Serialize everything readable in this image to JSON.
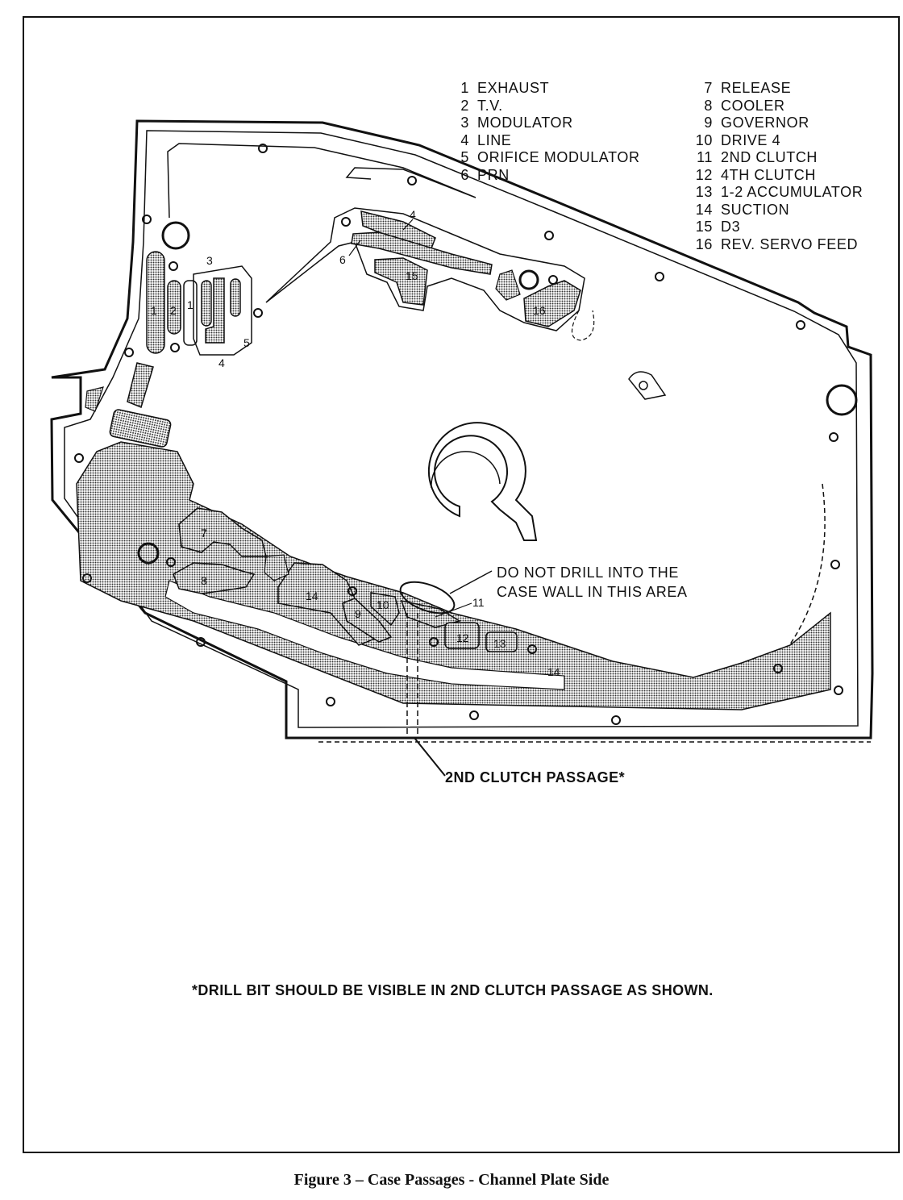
{
  "legend_left": [
    {
      "num": "1",
      "label": "EXHAUST"
    },
    {
      "num": "2",
      "label": "T.V."
    },
    {
      "num": "3",
      "label": "MODULATOR"
    },
    {
      "num": "4",
      "label": "LINE"
    },
    {
      "num": "5",
      "label": "ORIFICE MODULATOR"
    },
    {
      "num": "6",
      "label": "PRN"
    }
  ],
  "legend_right": [
    {
      "num": "7",
      "label": "RELEASE"
    },
    {
      "num": "8",
      "label": "COOLER"
    },
    {
      "num": "9",
      "label": "GOVERNOR"
    },
    {
      "num": "10",
      "label": "DRIVE 4"
    },
    {
      "num": "11",
      "label": "2ND CLUTCH"
    },
    {
      "num": "12",
      "label": "4TH CLUTCH"
    },
    {
      "num": "13",
      "label": "1-2 ACCUMULATOR"
    },
    {
      "num": "14",
      "label": "SUCTION"
    },
    {
      "num": "15",
      "label": "D3"
    },
    {
      "num": "16",
      "label": "REV. SERVO FEED"
    }
  ],
  "callouts": {
    "warning_line1": "DO NOT DRILL INTO THE",
    "warning_line2": "CASE WALL IN THIS AREA",
    "passage": "2ND CLUTCH PASSAGE*"
  },
  "passage_numbers": {
    "p1a": "1",
    "p2": "2",
    "p1b": "1",
    "p3": "3",
    "p4a": "4",
    "p5": "5",
    "p4b": "4",
    "p6": "6",
    "p15": "15",
    "p16": "16",
    "p7": "7",
    "p8": "8",
    "p14a": "14",
    "p9": "9",
    "p10": "10",
    "p11": "11",
    "p12": "12",
    "p13": "13",
    "p14b": "14"
  },
  "note": "*DRILL BIT SHOULD BE VISIBLE IN 2ND CLUTCH PASSAGE AS SHOWN.",
  "caption": "Figure 3 – Case Passages - Channel Plate Side"
}
